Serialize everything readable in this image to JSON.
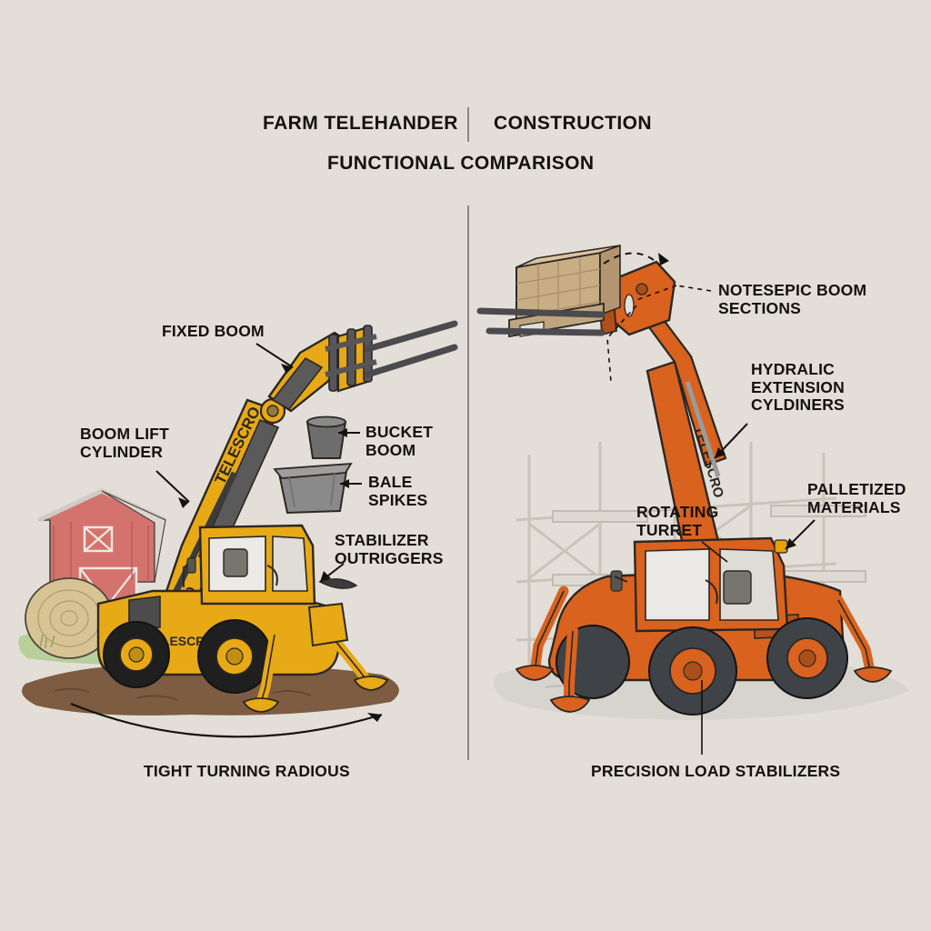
{
  "background_color": "#e3dfd8",
  "title": {
    "left_heading": "FARM TELEHANDER",
    "right_heading": "CONSTRUCTION",
    "subheading": "FUNCTIONAL COMPARISON"
  },
  "panels": {
    "left": {
      "machine_brand": "TELESCRO",
      "machine_color": "#e8a917",
      "scene": {
        "barn_color": "#d4736e",
        "grass_color": "#b9cf9a",
        "ground_color": "#7d5c42",
        "hay_bale_color": "#d8c394"
      },
      "labels": [
        {
          "id": "fixed-boom",
          "text": "FIXED BOOM"
        },
        {
          "id": "boom-lift-cylinder",
          "text": "BOOM LIFT\nCYLINDER"
        },
        {
          "id": "bucket-boom",
          "text": "BUCKET\nBOOM"
        },
        {
          "id": "bale-spikes",
          "text": "BALE\nSPIKES"
        },
        {
          "id": "stabilizer-outriggers",
          "text": "STABILIZER\nOUTRIGGERS"
        },
        {
          "id": "tight-turning-radious",
          "text": "TIGHT TURNING RADIOUS"
        }
      ],
      "attachments": [
        {
          "id": "bucket-attachment",
          "color": "#6d6d6d"
        },
        {
          "id": "bale-spike-tray",
          "color": "#8a8a8a"
        }
      ]
    },
    "right": {
      "machine_brand": "TELESCRO",
      "machine_color": "#d9621e",
      "scene": {
        "scaffolding_color": "#c9c3b9",
        "ground_color": "#d7d4ce",
        "pallet_brick_color": "#c9ae85"
      },
      "labels": [
        {
          "id": "telescopic-boom-sections",
          "text": "NOTESEPIC BOOM\nSECTIONS"
        },
        {
          "id": "hydraulic-extension-cyl",
          "text": "HYDRALIC\nEXTENSION\nCYLDINERS"
        },
        {
          "id": "palletized-materials",
          "text": "PALLETIZED\nMATERIALS"
        },
        {
          "id": "rotating-turret",
          "text": "ROTATING\nTURRET"
        },
        {
          "id": "precision-load-stabilizers",
          "text": "PRECISION LOAD STABILIZERS"
        }
      ]
    }
  },
  "divider": {
    "color": "#8d8780"
  },
  "annotations": {
    "rotation_arrow": "curved-arrow-icon",
    "turning_radius_arc": "curved-arrow-icon"
  }
}
